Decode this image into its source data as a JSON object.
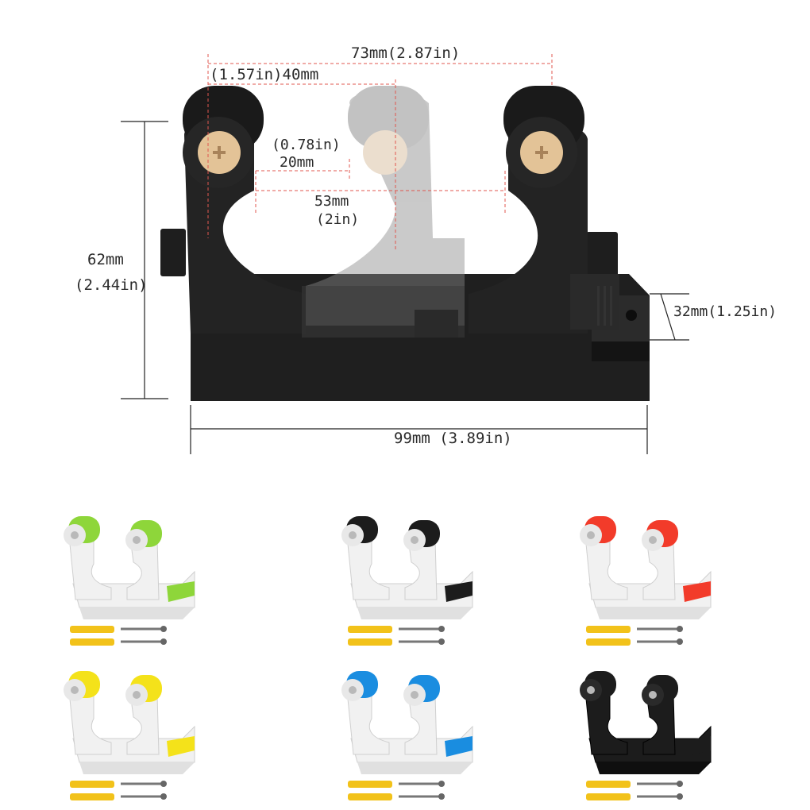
{
  "dimensions": {
    "width_total": "73mm(2.87in)",
    "inner_40": "(1.57in)40mm",
    "gap_20_in": "(0.78in)",
    "gap_20_mm": "20mm",
    "span_53_mm": "53mm",
    "span_53_in": "(2in)",
    "height_62_mm": "62mm",
    "height_62_in": "(2.44in)",
    "base_height": "32mm(1.25in)",
    "base_width": "99mm (3.89in)"
  },
  "variants": [
    {
      "name": "green",
      "color": "#8ed63a"
    },
    {
      "name": "black",
      "color": "#1c1c1c"
    },
    {
      "name": "red",
      "color": "#f23b2a"
    },
    {
      "name": "yellow",
      "color": "#f4e21a"
    },
    {
      "name": "blue",
      "color": "#1a8de0"
    },
    {
      "name": "all-black",
      "color": "#1c1c1c"
    }
  ],
  "colors": {
    "holder_black": "#1e1e1e",
    "screw_head": "#e3c397",
    "dim_line_red": "#e0574f",
    "anchor_yellow": "#f2c21a"
  }
}
